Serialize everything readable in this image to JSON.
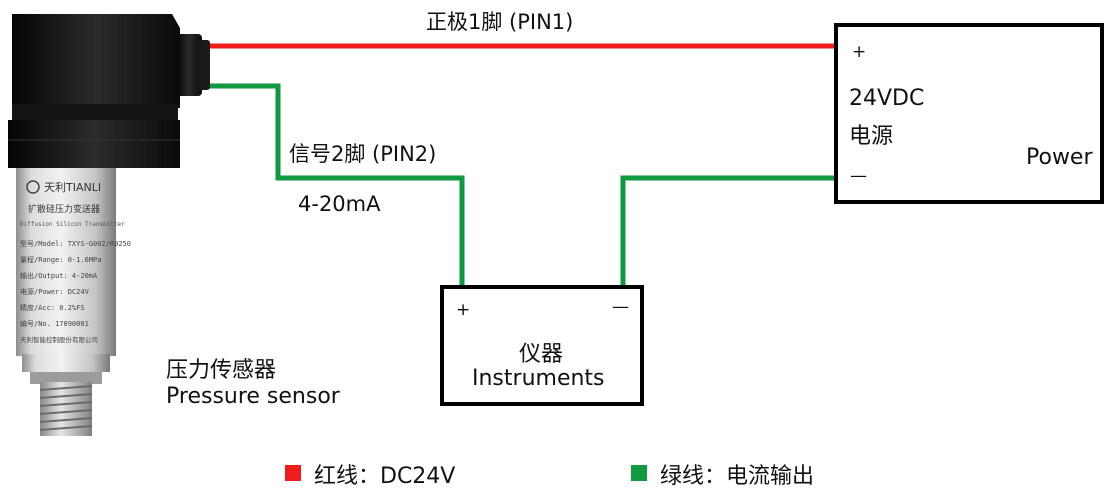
{
  "wires": {
    "pin1_label": "正极1脚 (PIN1)",
    "pin2_label": "信号2脚 (PIN2)",
    "current_label": "4-20mA"
  },
  "power_supply": {
    "plus": "+",
    "minus": "—",
    "voltage": "24VDC",
    "name_cn": "电源",
    "name_en": "Power"
  },
  "instrument": {
    "plus": "+",
    "minus": "—",
    "name_cn": "仪器",
    "name_en": "Instruments"
  },
  "sensor": {
    "name_cn": "压力传感器",
    "name_en": "Pressure sensor",
    "label_brand": "天利TIANLI",
    "label_type": "扩散硅压力变送器",
    "label_type_en": "Diffusion Silicon Transmitter",
    "label_model": "型号/Model: TXYS-G002/R0250",
    "label_range": "量程/Range: 0-1.6MPa",
    "label_output": "输出/Output: 4-20mA",
    "label_power": "电源/Power: DC24V",
    "label_acc": "精度/Acc: 0.2%FS",
    "label_no": "编号/No. 17090001",
    "label_maker": "天利智能控制股份有限公司"
  },
  "legend": {
    "red_label": "红线：DC24V",
    "green_label": "绿线：电流输出",
    "red_color": "#ee1c1c",
    "green_color": "#0f9a3f"
  }
}
